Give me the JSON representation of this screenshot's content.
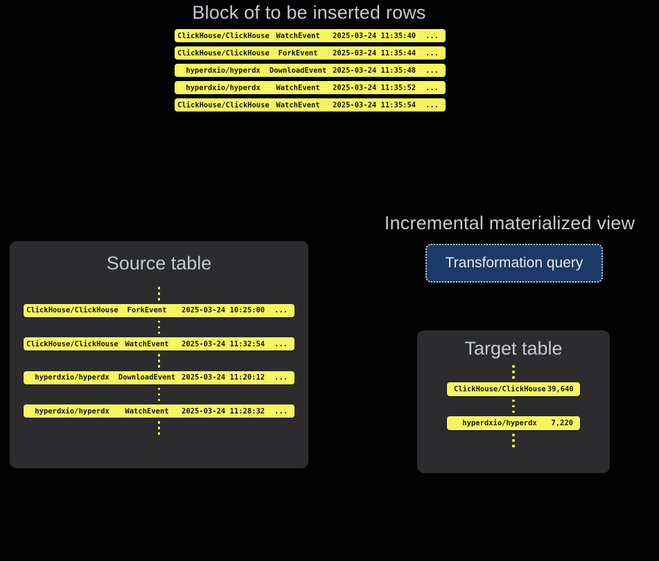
{
  "colors": {
    "bg": "#020202",
    "panel": "#2c2c2e",
    "yellow": "#f5f65f",
    "rowtext": "#161616",
    "title": "#c7cacc",
    "navy": "#1c3a66",
    "navy-border": "#c8cfd6",
    "navy-text": "#e4e7ea"
  },
  "insert_block": {
    "title": "Block of to be inserted rows",
    "rows": [
      {
        "repo": "ClickHouse/ClickHouse",
        "event": "WatchEvent",
        "timestamp": "2025-03-24 11:35:40",
        "more": "..."
      },
      {
        "repo": "ClickHouse/ClickHouse",
        "event": "ForkEvent",
        "timestamp": "2025-03-24 11:35:44",
        "more": "..."
      },
      {
        "repo": "hyperdxio/hyperdx",
        "event": "DownloadEvent",
        "timestamp": "2025-03-24 11:35:48",
        "more": "..."
      },
      {
        "repo": "hyperdxio/hyperdx",
        "event": "WatchEvent",
        "timestamp": "2025-03-24 11:35:52",
        "more": "..."
      },
      {
        "repo": "ClickHouse/ClickHouse",
        "event": "WatchEvent",
        "timestamp": "2025-03-24 11:35:54",
        "more": "..."
      }
    ]
  },
  "source_table": {
    "title": "Source table",
    "rows": [
      {
        "repo": "ClickHouse/ClickHouse",
        "event": "ForkEvent",
        "timestamp": "2025-03-24 10:25:00",
        "more": "..."
      },
      {
        "repo": "ClickHouse/ClickHouse",
        "event": "WatchEvent",
        "timestamp": "2025-03-24 11:32:54",
        "more": "..."
      },
      {
        "repo": "hyperdxio/hyperdx",
        "event": "DownloadEvent",
        "timestamp": "2025-03-24 11:20:12",
        "more": "..."
      },
      {
        "repo": "hyperdxio/hyperdx",
        "event": "WatchEvent",
        "timestamp": "2025-03-24 11:28:32",
        "more": "..."
      }
    ]
  },
  "materialized_view": {
    "title": "Incremental materialized view",
    "query_label": "Transformation query"
  },
  "target_table": {
    "title": "Target table",
    "rows": [
      {
        "group": "ClickHouse/ClickHouse",
        "count": "39,640"
      },
      {
        "group": "hyperdxio/hyperdx",
        "count": "7,220"
      }
    ]
  }
}
